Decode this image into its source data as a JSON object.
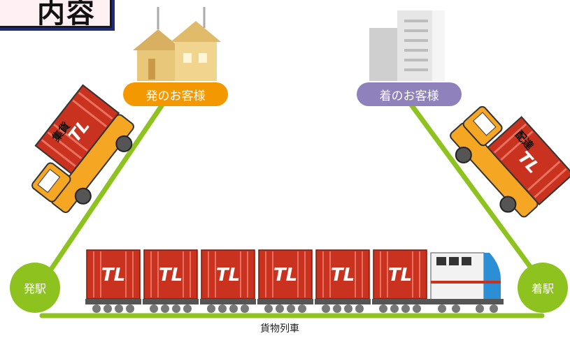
{
  "title": "内容",
  "origin_customer": "発のお客様",
  "destination_customer": "着のお客様",
  "origin_station": "発駅",
  "destination_station": "着駅",
  "freight_train": "貨物列車",
  "pickup_label": "集貨",
  "delivery_label": "配達",
  "container_mark": "TL",
  "colors": {
    "route_green": "#8dc21f",
    "origin_orange": "#f39800",
    "destination_purple": "#8f82bc",
    "container_red": "#c8321e",
    "truck_yellow": "#f5a623"
  }
}
